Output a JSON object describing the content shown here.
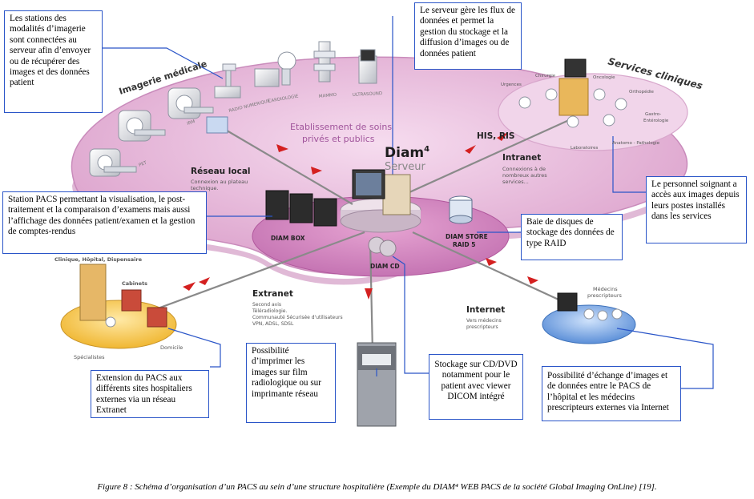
{
  "diagram": {
    "labels": {
      "imagerie": "Imagerie médicale",
      "services": "Services cliniques",
      "etab_l1": "Etablissement de soins",
      "etab_l2": "privés et publics",
      "diam": "Diam",
      "diam_sup": "4",
      "serveur": "Serveur",
      "his_ris": "HIS, RIS",
      "intranet": "Intranet",
      "intranet_sub": [
        "Connexions à de",
        "nombreux autres",
        "services..."
      ],
      "reseau_local": "Réseau local",
      "reseau_local_sub": [
        "Connexion au plateau",
        "technique."
      ],
      "diam_box": "DIAM BOX",
      "diam_store": [
        "DIAM STORE",
        "RAID 5"
      ],
      "diam_cd": "DIAM CD",
      "extranet": "Extranet",
      "extranet_sub": [
        "Second avis",
        "Téléradiologie.",
        "Communauté Sécurisée d'utilisateurs",
        "VPN, ADSL, SDSL"
      ],
      "internet": "Internet",
      "internet_sub": [
        "Vers médecins",
        "prescripteurs"
      ],
      "clinique": "Clinique, Hôpital, Dispensaire",
      "cabinets": "Cabinets",
      "specialistes": "Spécialistes",
      "domicile": "Domicile",
      "medecins": [
        "Médecins",
        "prescripteurs"
      ],
      "modalities": [
        "PET",
        "IRM",
        "RADIO NUMERIQUE",
        "CARDIOLOGIE",
        "MAMMO",
        "ULTRASOUND"
      ],
      "services_list": [
        "Urgences",
        "Chirurgie",
        "Oncologie",
        "Orthopédie",
        "Gastro-",
        "Entérologie",
        "Anatomo - Pathologie",
        "Laboratoires"
      ]
    },
    "callouts": {
      "stations": "Les stations des modalités d’imagerie sont connectées au serveur afin d’envoyer ou de récupérer des images et des données patient",
      "serveur": "Le serveur gère les flux de données et permet la gestion du stockage et la diffusion d’images ou de données patient",
      "personnel": "Le personnel soignant a accès aux images depuis leurs postes  installés dans les services",
      "station_pacs": "Station PACS permettant la visualisation, le post-traitement et  la comparaison d’examens mais aussi l’affichage des données patient/examen et la gestion de comptes-rendus",
      "raid": "Baie de disques de stockage des données de type RAID",
      "extension": "Extension du PACS aux différents sites hospitaliers externes via un réseau Extranet",
      "imprimer": "Possibilité d’imprimer les images sur film radiologique ou sur imprimante réseau",
      "cd": "Stockage sur CD/DVD notamment pour le patient avec viewer DICOM intégré",
      "echange": "Possibilité d’échange d’images et de données entre le PACS de l’hôpital et les médecins prescripteurs externes via Internet"
    },
    "caption": "Figure 8 : Schéma d’organisation d’un PACS au sein d’une structure hospitalière (Exemple du DIAM⁴ WEB PACS de la société Global Imaging OnLine) [19].",
    "colors": {
      "pink": "#e7b6da",
      "pink_dark": "#b86aa4",
      "purple_text": "#a0549b",
      "callout_border": "#2a55c8",
      "arrow_red": "#d42020",
      "blue_disc": "#5b8fd8",
      "yellow_disc": "#f2c34a"
    }
  }
}
